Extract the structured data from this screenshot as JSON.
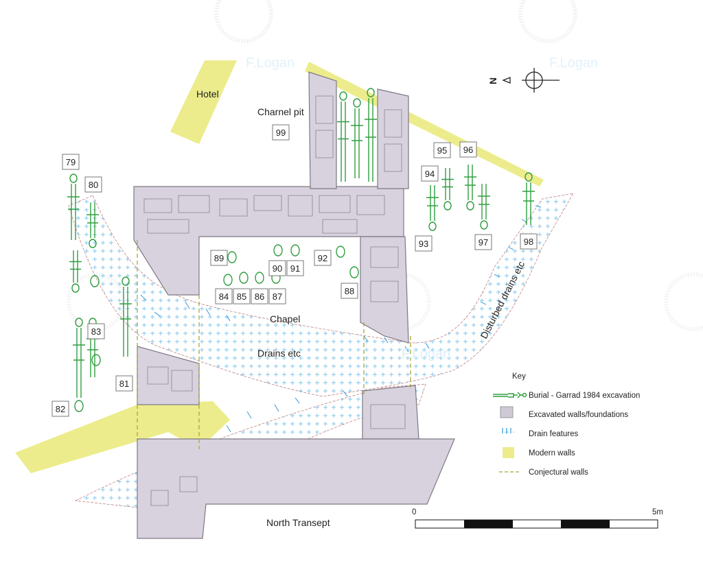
{
  "watermark": "F.Logan",
  "labels": {
    "hotel": "Hotel",
    "charnel_pit": "Charnel pit",
    "chapel": "Chapel",
    "drains": "Drains etc",
    "disturbed_drains": "Disturbed drains etc",
    "north_transept": "North Transept"
  },
  "compass": {
    "label": "N"
  },
  "burial_numbers": [
    "79",
    "80",
    "99",
    "95",
    "96",
    "94",
    "93",
    "97",
    "98",
    "89",
    "90",
    "91",
    "92",
    "84",
    "85",
    "86",
    "87",
    "88",
    "83",
    "81",
    "82"
  ],
  "key": {
    "title": "Key",
    "items": [
      {
        "label": "Burial - Garrad 1984 excavation"
      },
      {
        "label": "Excavated walls/foundations"
      },
      {
        "label": "Drain features"
      },
      {
        "label": "Modern walls"
      },
      {
        "label": "Conjectural walls"
      }
    ]
  },
  "scale": {
    "start": "0",
    "end": "5m"
  },
  "colors": {
    "wall": "#d8d2de",
    "wall_stroke": "#7d7784",
    "modern": "#ecec8c",
    "burial": "#2e9e3e",
    "drain": "#4aa8e0",
    "conjectural": "#a8a83a"
  }
}
